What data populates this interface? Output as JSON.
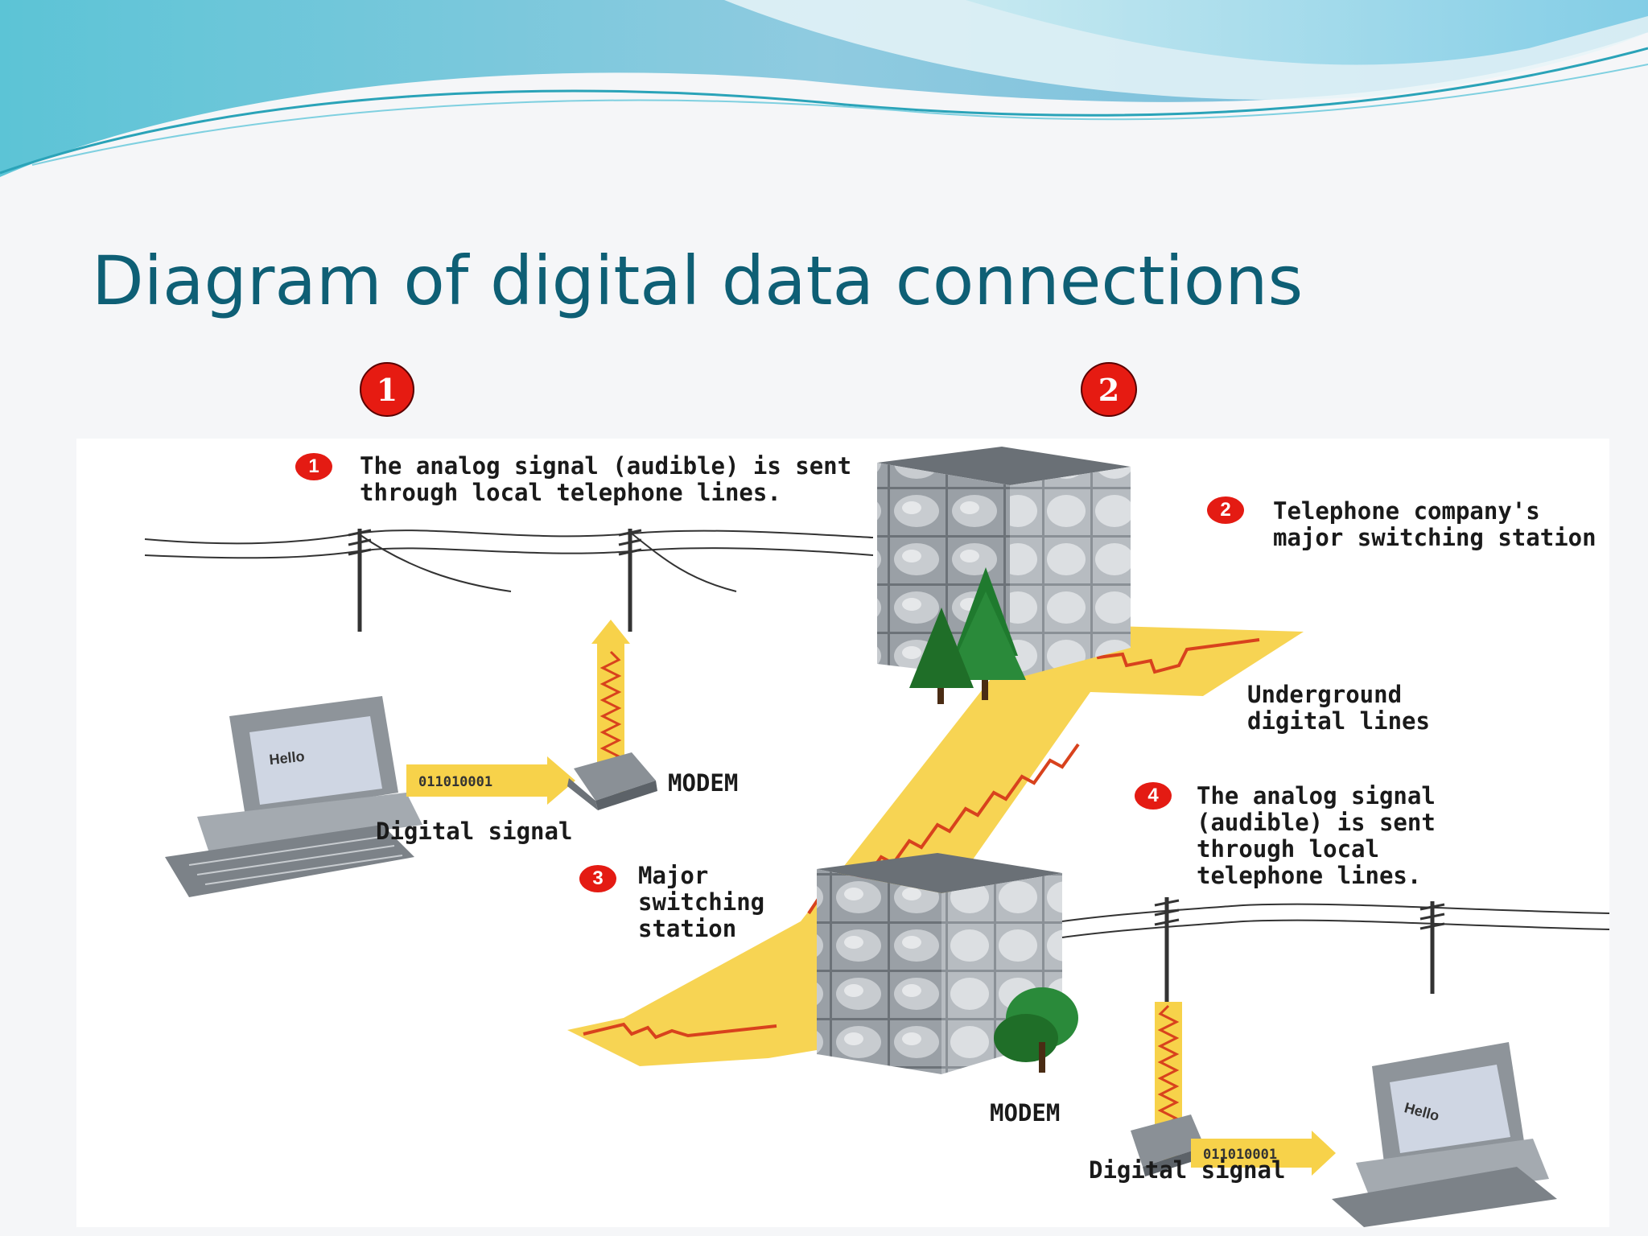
{
  "slide_title": "Diagram of digital data connections",
  "red_markers": [
    "1",
    "2",
    "3",
    "4"
  ],
  "diagram": {
    "step1": {
      "num": "1",
      "text": "The analog signal (audible) is sent\nthrough local telephone lines."
    },
    "step2": {
      "num": "2",
      "text": "Telephone company's\nmajor switching station"
    },
    "step3": {
      "num": "3",
      "text": "Major\nswitching\nstation"
    },
    "step4": {
      "num": "4",
      "text": "The analog signal\n(audible) is sent\nthrough local\ntelephone lines."
    },
    "underground": "Underground\ndigital lines",
    "modem_left": "MODEM",
    "modem_right": "MODEM",
    "digital_signal_left": "Digital signal",
    "digital_signal_right": "Digital signal",
    "bits_left": "011010001",
    "bits_right": "011010001",
    "screen_left": "Hello",
    "screen_right": "Hello"
  },
  "colors": {
    "title": "#0e5f75",
    "marker_red": "#e61b12",
    "signal_yellow": "#f7d24a",
    "signal_red": "#d8421d"
  }
}
